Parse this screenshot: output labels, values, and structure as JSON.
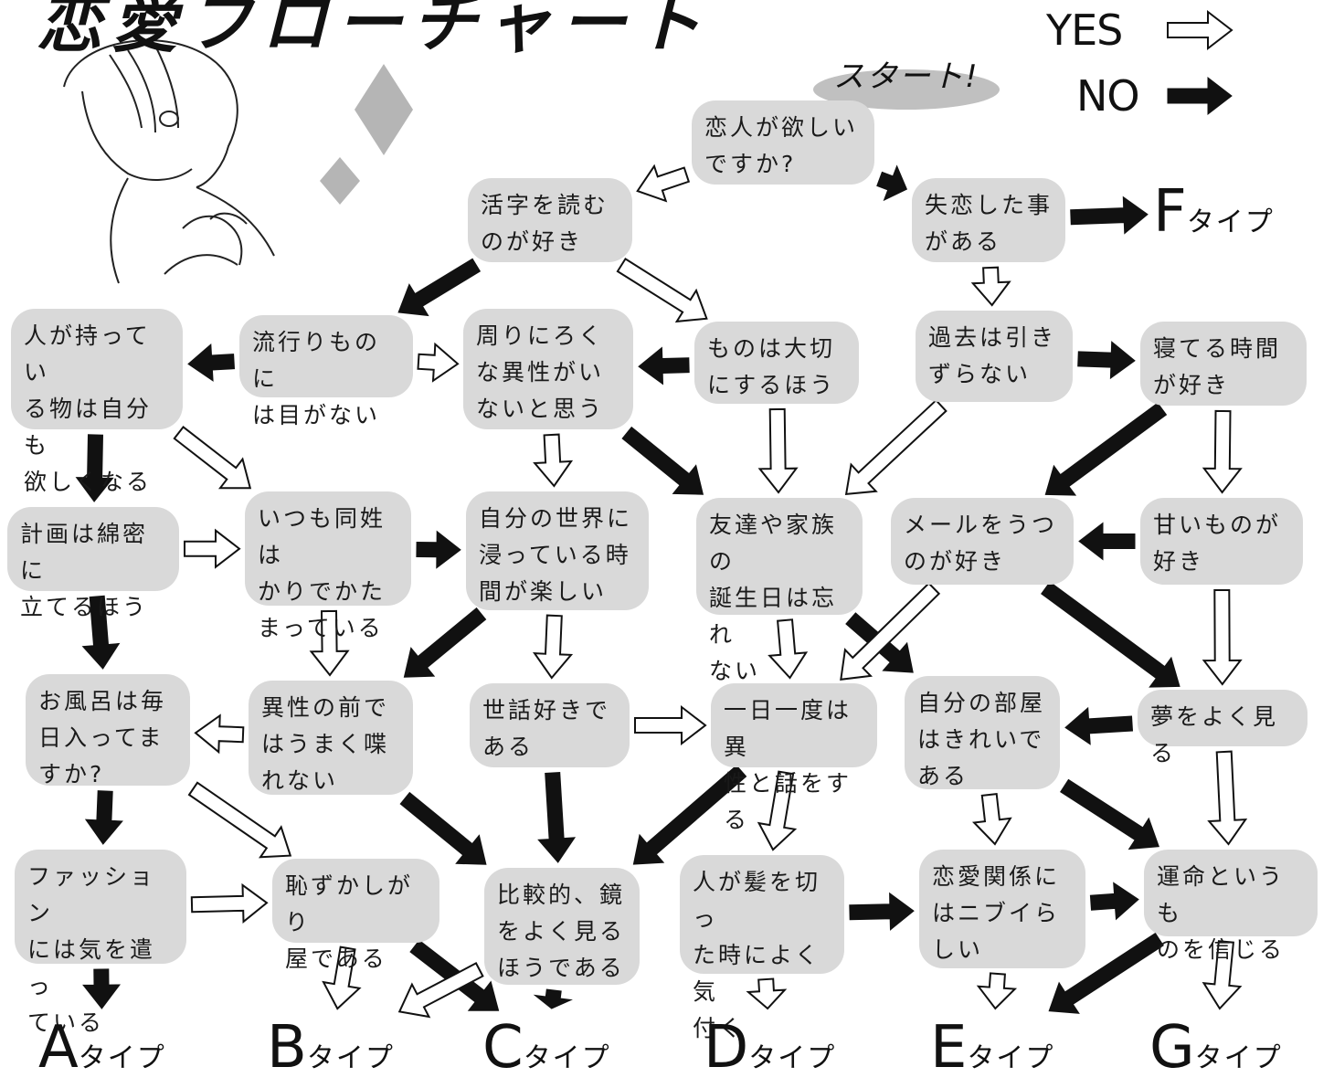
{
  "title": "恋愛フローチャート",
  "legend": {
    "yes_label": "YES",
    "no_label": "NO"
  },
  "start_label": "スタート!",
  "nodes": [
    {
      "id": "q_lover",
      "text": "恋人が欲しい\nですか?"
    },
    {
      "id": "q_reading",
      "text": "活字を読む\nのが好き"
    },
    {
      "id": "q_heartbreak",
      "text": "失恋した事\nがある"
    },
    {
      "id": "q_want_others",
      "text": "人が持ってい\nる物は自分も\n欲しくなる"
    },
    {
      "id": "q_trends",
      "text": "流行りものに\nは目がない"
    },
    {
      "id": "q_no_good",
      "text": "周りにろく\nな異性がい\nないと思う"
    },
    {
      "id": "q_cherish",
      "text": "ものは大切\nにするほう"
    },
    {
      "id": "q_past",
      "text": "過去は引き\nずらない"
    },
    {
      "id": "q_sleep",
      "text": "寝てる時間\nが好き"
    },
    {
      "id": "q_plans",
      "text": "計画は綿密に\n立てるほう"
    },
    {
      "id": "q_same_sex",
      "text": "いつも同姓は\nかりでかた\nまっている"
    },
    {
      "id": "q_own_world",
      "text": "自分の世界に\n浸っている時\n間が楽しい"
    },
    {
      "id": "q_birthdays",
      "text": "友達や家族の\n誕生日は忘れ\nない"
    },
    {
      "id": "q_email",
      "text": "メールをうつ\nのが好き"
    },
    {
      "id": "q_sweets",
      "text": "甘いものが\n好き"
    },
    {
      "id": "q_bath",
      "text": "お風呂は毎\n日入ってま\nすか?"
    },
    {
      "id": "q_cant_talk",
      "text": "異性の前で\nはうまく喋\nれない"
    },
    {
      "id": "q_caring",
      "text": "世話好きで\nある"
    },
    {
      "id": "q_talk_daily",
      "text": "一日一度は異\n性と話をする"
    },
    {
      "id": "q_clean_room",
      "text": "自分の部屋\nはきれいで\nある"
    },
    {
      "id": "q_dreams",
      "text": "夢をよく見る"
    },
    {
      "id": "q_fashion",
      "text": "ファッション\nには気を遣っ\nている"
    },
    {
      "id": "q_shy",
      "text": "恥ずかしがり\n屋である"
    },
    {
      "id": "q_mirror",
      "text": "比較的、鏡\nをよく見る\nほうである"
    },
    {
      "id": "q_haircut",
      "text": "人が髪を切っ\nた時によく気\n付く"
    },
    {
      "id": "q_dense",
      "text": "恋愛関係に\nはニブイら\nしい"
    },
    {
      "id": "q_fate",
      "text": "運命というも\nのを信じる"
    }
  ],
  "results": [
    {
      "id": "type_a",
      "letter": "A",
      "suffix": "タイプ"
    },
    {
      "id": "type_b",
      "letter": "B",
      "suffix": "タイプ"
    },
    {
      "id": "type_c",
      "letter": "C",
      "suffix": "タイプ"
    },
    {
      "id": "type_d",
      "letter": "D",
      "suffix": "タイプ"
    },
    {
      "id": "type_e",
      "letter": "E",
      "suffix": "タイプ"
    },
    {
      "id": "type_f",
      "letter": "F",
      "suffix": "タイプ"
    },
    {
      "id": "type_g",
      "letter": "G",
      "suffix": "タイプ"
    }
  ],
  "edges": [
    {
      "from": "q_lover",
      "to": "q_reading",
      "answer": "yes"
    },
    {
      "from": "q_lover",
      "to": "q_heartbreak",
      "answer": "no"
    },
    {
      "from": "q_heartbreak",
      "to": "type_f",
      "answer": "no"
    },
    {
      "from": "q_heartbreak",
      "to": "q_past",
      "answer": "yes"
    },
    {
      "from": "q_reading",
      "to": "q_trends",
      "answer": "no"
    },
    {
      "from": "q_reading",
      "to": "q_cherish",
      "answer": "yes"
    },
    {
      "from": "q_trends",
      "to": "q_want_others",
      "answer": "no"
    },
    {
      "from": "q_trends",
      "to": "q_no_good",
      "answer": "yes"
    },
    {
      "from": "q_cherish",
      "to": "q_no_good",
      "answer": "no"
    },
    {
      "from": "q_cherish",
      "to": "q_birthdays",
      "answer": "yes"
    },
    {
      "from": "q_past",
      "to": "q_sleep",
      "answer": "no"
    },
    {
      "from": "q_past",
      "to": "q_birthdays",
      "answer": "yes"
    },
    {
      "from": "q_want_others",
      "to": "q_plans",
      "answer": "no"
    },
    {
      "from": "q_want_others",
      "to": "q_same_sex",
      "answer": "yes"
    },
    {
      "from": "q_no_good",
      "to": "q_own_world",
      "answer": "yes"
    },
    {
      "from": "q_no_good",
      "to": "q_birthdays",
      "answer": "no"
    },
    {
      "from": "q_sleep",
      "to": "q_email",
      "answer": "no"
    },
    {
      "from": "q_sleep",
      "to": "q_sweets",
      "answer": "yes"
    },
    {
      "from": "q_plans",
      "to": "q_same_sex",
      "answer": "yes"
    },
    {
      "from": "q_plans",
      "to": "q_bath",
      "answer": "no"
    },
    {
      "from": "q_same_sex",
      "to": "q_own_world",
      "answer": "no"
    },
    {
      "from": "q_same_sex",
      "to": "q_cant_talk",
      "answer": "yes"
    },
    {
      "from": "q_own_world",
      "to": "q_cant_talk",
      "answer": "no"
    },
    {
      "from": "q_own_world",
      "to": "q_caring",
      "answer": "yes"
    },
    {
      "from": "q_birthdays",
      "to": "q_talk_daily",
      "answer": "yes"
    },
    {
      "from": "q_birthdays",
      "to": "q_clean_room",
      "answer": "no"
    },
    {
      "from": "q_email",
      "to": "q_talk_daily",
      "answer": "yes"
    },
    {
      "from": "q_email",
      "to": "q_dreams",
      "answer": "no"
    },
    {
      "from": "q_sweets",
      "to": "q_email",
      "answer": "no"
    },
    {
      "from": "q_sweets",
      "to": "q_dreams",
      "answer": "yes"
    },
    {
      "from": "q_bath",
      "to": "q_fashion",
      "answer": "no"
    },
    {
      "from": "q_bath",
      "to": "q_shy",
      "answer": "yes"
    },
    {
      "from": "q_cant_talk",
      "to": "q_bath",
      "answer": "yes"
    },
    {
      "from": "q_cant_talk",
      "to": "q_mirror",
      "answer": "no"
    },
    {
      "from": "q_caring",
      "to": "q_talk_daily",
      "answer": "yes"
    },
    {
      "from": "q_caring",
      "to": "q_mirror",
      "answer": "no"
    },
    {
      "from": "q_talk_daily",
      "to": "q_mirror",
      "answer": "no"
    },
    {
      "from": "q_talk_daily",
      "to": "q_haircut",
      "answer": "yes"
    },
    {
      "from": "q_dreams",
      "to": "q_clean_room",
      "answer": "no"
    },
    {
      "from": "q_dreams",
      "to": "q_fate",
      "answer": "yes"
    },
    {
      "from": "q_clean_room",
      "to": "q_dense",
      "answer": "yes"
    },
    {
      "from": "q_clean_room",
      "to": "q_fate",
      "answer": "no"
    },
    {
      "from": "q_fashion",
      "to": "q_shy",
      "answer": "yes"
    },
    {
      "from": "q_fashion",
      "to": "type_a",
      "answer": "no"
    },
    {
      "from": "q_shy",
      "to": "type_b",
      "answer": "yes"
    },
    {
      "from": "q_shy",
      "to": "type_c",
      "answer": "no"
    },
    {
      "from": "q_mirror",
      "to": "type_b",
      "answer": "yes"
    },
    {
      "from": "q_mirror",
      "to": "type_c",
      "answer": "no"
    },
    {
      "from": "q_haircut",
      "to": "type_d",
      "answer": "yes"
    },
    {
      "from": "q_haircut",
      "to": "q_dense",
      "answer": "no"
    },
    {
      "from": "q_dense",
      "to": "type_e",
      "answer": "yes"
    },
    {
      "from": "q_dense",
      "to": "q_fate",
      "answer": "no"
    },
    {
      "from": "q_fate",
      "to": "type_g",
      "answer": "yes"
    },
    {
      "from": "q_fate",
      "to": "type_e",
      "answer": "no"
    }
  ],
  "colors": {
    "node_fill": "#d9d9d9",
    "yes_arrow_fill": "#ffffff",
    "no_arrow_fill": "#111111",
    "start_fill": "#c0c0c0"
  }
}
